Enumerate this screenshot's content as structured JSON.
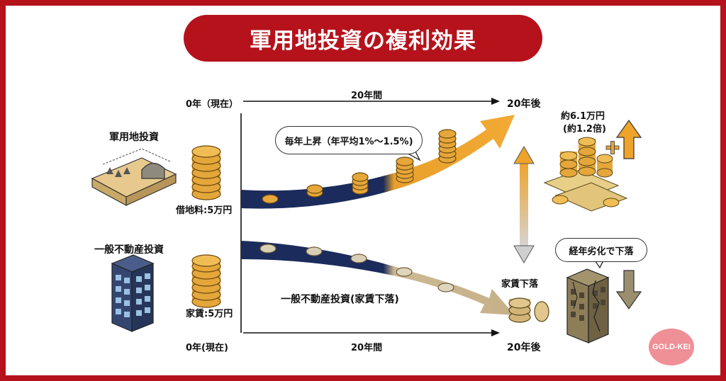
{
  "title": "軍用地投資の複利効果",
  "timeline": {
    "start_top": "0年（現在）",
    "middle_top": "20年間",
    "end_top": "20年後",
    "start_bottom": "0年(現在)",
    "middle_bottom": "20年間",
    "end_bottom": "20年後"
  },
  "military": {
    "heading": "軍用地投資",
    "rent_label": "借地料:5万円",
    "bubble": "毎年上昇（年平均1%〜1.5%)",
    "result_line1": "約6.1万円",
    "result_line2": "(約1.2倍)"
  },
  "general": {
    "heading": "一般不動産投資",
    "rent_label": "家賃:5万円",
    "path_label": "一般不動産投資(家賃下落)",
    "result_label": "家賃下落",
    "bubble": "経年劣化で下落"
  },
  "brand": "GOLD-KEI",
  "colors": {
    "brand_red": "#b5121b",
    "navy": "#1b2b5c",
    "orange": "#eea32b",
    "tan": "#c9b48c",
    "coin": "#e5a63a"
  },
  "icons": {
    "plus": "plus-icon",
    "up": "up-arrow-icon",
    "down": "down-arrow-icon",
    "compare": "double-arrow-icon"
  }
}
